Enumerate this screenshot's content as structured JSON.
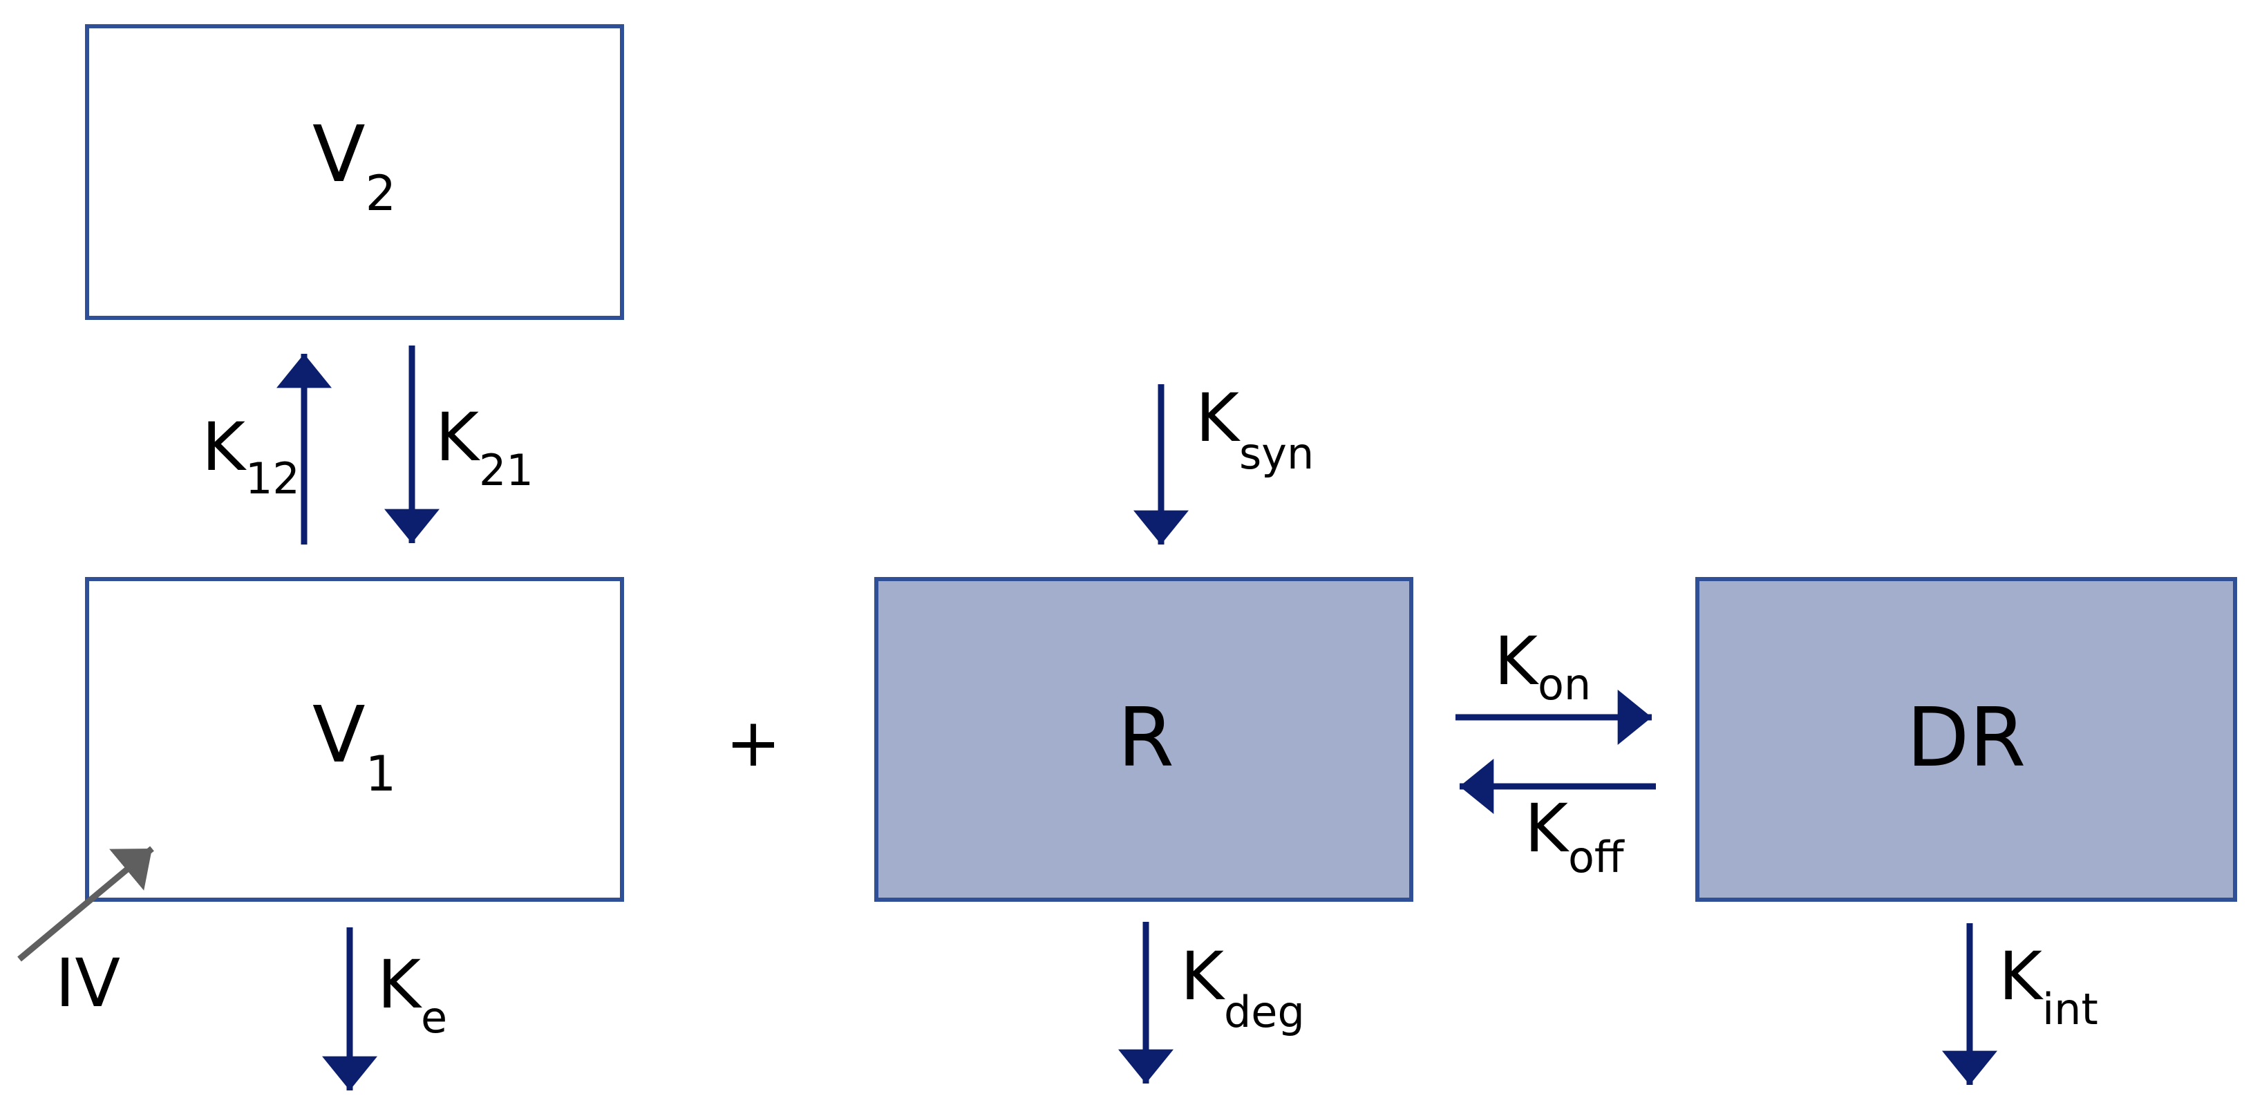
{
  "colors": {
    "arrow": "#0c1f6e",
    "iv_arrow": "#5f5f5f",
    "box_border": "#2f4f96",
    "filled_box": "#a3aecd",
    "empty_box": "#ffffff"
  },
  "compartments": {
    "v2": {
      "main": "V",
      "sub": "2"
    },
    "v1": {
      "main": "V",
      "sub": "1"
    },
    "r": {
      "main": "R"
    },
    "dr": {
      "main": "DR"
    }
  },
  "operator": "+",
  "rates": {
    "k12": {
      "main": "K",
      "sub": "12"
    },
    "k21": {
      "main": "K",
      "sub": "21"
    },
    "ke": {
      "main": "K",
      "sub": "e"
    },
    "ksyn": {
      "main": "K",
      "sub": "syn"
    },
    "kdeg": {
      "main": "K",
      "sub": "deg"
    },
    "kon": {
      "main": "K",
      "sub": "on"
    },
    "koff": {
      "main": "K",
      "sub": "off"
    },
    "kint": {
      "main": "K",
      "sub": "int"
    }
  },
  "dose": {
    "label": "IV"
  }
}
